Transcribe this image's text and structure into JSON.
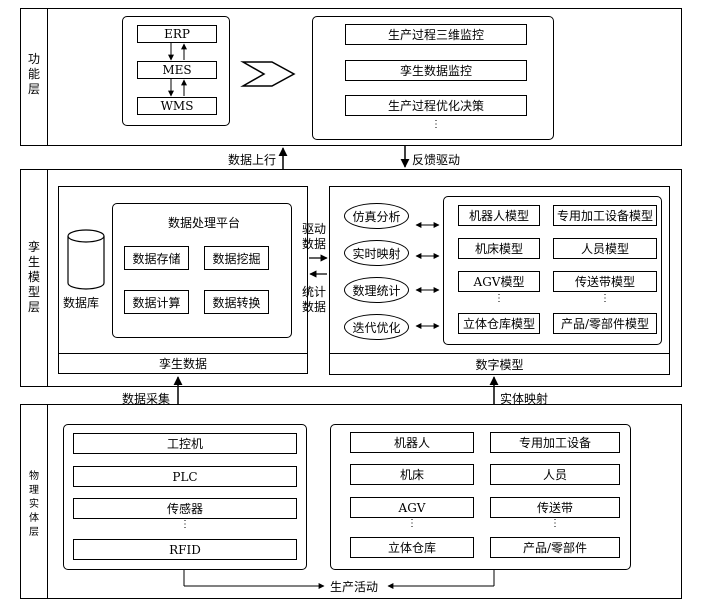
{
  "layers": {
    "function": "功能层",
    "twin": "孪生模型层",
    "physical": "物理实体层"
  },
  "function_layer": {
    "systems": [
      "ERP",
      "MES",
      "WMS"
    ],
    "apps": [
      "生产过程三维监控",
      "孪生数据监控",
      "生产过程优化决策"
    ],
    "ellipsis": "⋮"
  },
  "flows": {
    "data_up": "数据上行",
    "feedback_drive": "反馈驱动",
    "drive_data": "驱动\n数据",
    "stats_data": "统计\n数据",
    "data_collection": "数据采集",
    "entity_mapping": "实体映射",
    "production_activity": "生产活动"
  },
  "twin_data": {
    "database": "数据库",
    "platform_title": "数据处理平台",
    "functions": [
      "数据存储",
      "数据挖掘",
      "数据计算",
      "数据转换"
    ],
    "footer": "孪生数据"
  },
  "digital_model": {
    "operations": [
      "仿真分析",
      "实时映射",
      "数理统计",
      "迭代优化"
    ],
    "models": [
      [
        "机器人模型",
        "专用加工设备模型"
      ],
      [
        "机床模型",
        "人员模型"
      ],
      [
        "AGV模型",
        "传送带模型"
      ],
      [
        "立体仓库模型",
        "产品/零部件模型"
      ]
    ],
    "footer": "数字模型",
    "ellipsis": "⋮"
  },
  "physical_layer": {
    "control": [
      "工控机",
      "PLC",
      "传感器",
      "RFID"
    ],
    "entities": [
      [
        "机器人",
        "专用加工设备"
      ],
      [
        "机床",
        "人员"
      ],
      [
        "AGV",
        "传送带"
      ],
      [
        "立体仓库",
        "产品/零部件"
      ]
    ],
    "ellipsis": "⋮"
  }
}
